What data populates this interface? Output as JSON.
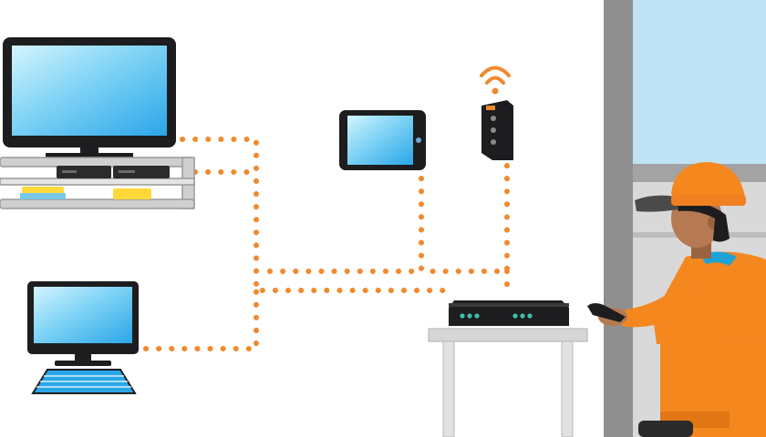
{
  "diagram": {
    "nodes": [
      {
        "id": "tv",
        "kind": "television",
        "icon": "tv-icon"
      },
      {
        "id": "media-shelf",
        "kind": "tv-stand-with-set-top-boxes",
        "icon": "set-top-box-icon"
      },
      {
        "id": "tablet",
        "kind": "tablet",
        "icon": "tablet-icon"
      },
      {
        "id": "wifi-extender",
        "kind": "wireless-access-point",
        "icon": "wifi-icon"
      },
      {
        "id": "desktop",
        "kind": "desktop-computer",
        "icon": "monitor-icon"
      },
      {
        "id": "router",
        "kind": "router",
        "icon": "router-icon"
      },
      {
        "id": "technician",
        "kind": "technician-holding-remote",
        "icon": "technician-icon"
      }
    ],
    "links": [
      {
        "from": "media-shelf",
        "to": "router",
        "style": "dotted"
      },
      {
        "from": "tv",
        "to": "router",
        "style": "dotted"
      },
      {
        "from": "desktop",
        "to": "router",
        "style": "dotted"
      },
      {
        "from": "tablet",
        "to": "router",
        "style": "dotted"
      },
      {
        "from": "wifi-extender",
        "to": "router",
        "style": "dotted"
      }
    ]
  },
  "colors": {
    "link": "#f08a2e",
    "device_body": "#1d1d1f",
    "screen_light": "#c9f0ff",
    "screen_dark": "#2aa6e8",
    "stand": "#d6d6d6",
    "wall": "#8f8f8f",
    "window": "#bfe3f5",
    "uniform": "#f5871f",
    "skin": "#b57a52",
    "status_led": "#3fc1a8",
    "box_yellow": "#ffd93a"
  }
}
